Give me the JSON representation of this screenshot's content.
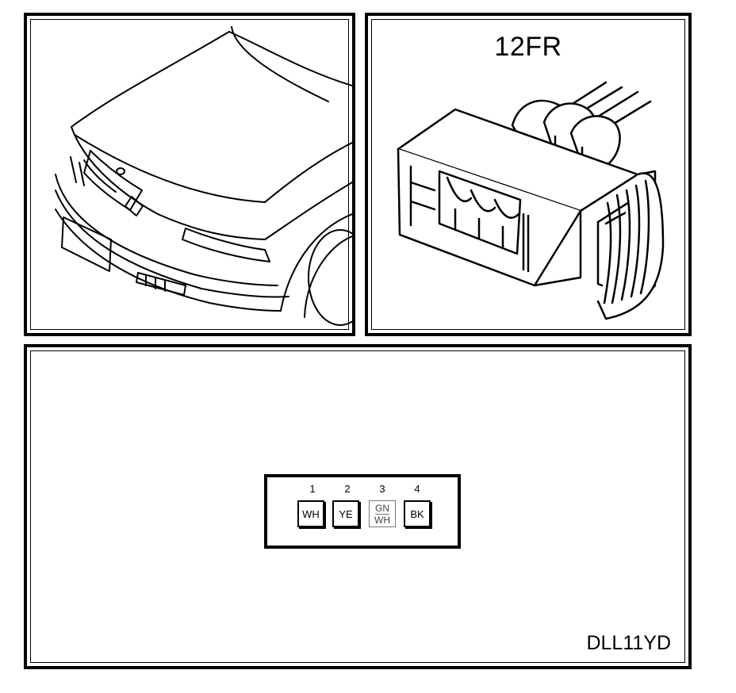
{
  "car_panel": {
    "illustration": "car-front-icon"
  },
  "connector_panel": {
    "title": "12FR",
    "illustration": "connector-icon"
  },
  "pinout_panel": {
    "code": "DLL11YD",
    "pins": [
      {
        "number": "1",
        "colors": [
          "WH"
        ],
        "style": "dark"
      },
      {
        "number": "2",
        "colors": [
          "YE"
        ],
        "style": "dark"
      },
      {
        "number": "3",
        "colors": [
          "GN",
          "WH"
        ],
        "style": "light"
      },
      {
        "number": "4",
        "colors": [
          "BK"
        ],
        "style": "dark"
      }
    ]
  }
}
